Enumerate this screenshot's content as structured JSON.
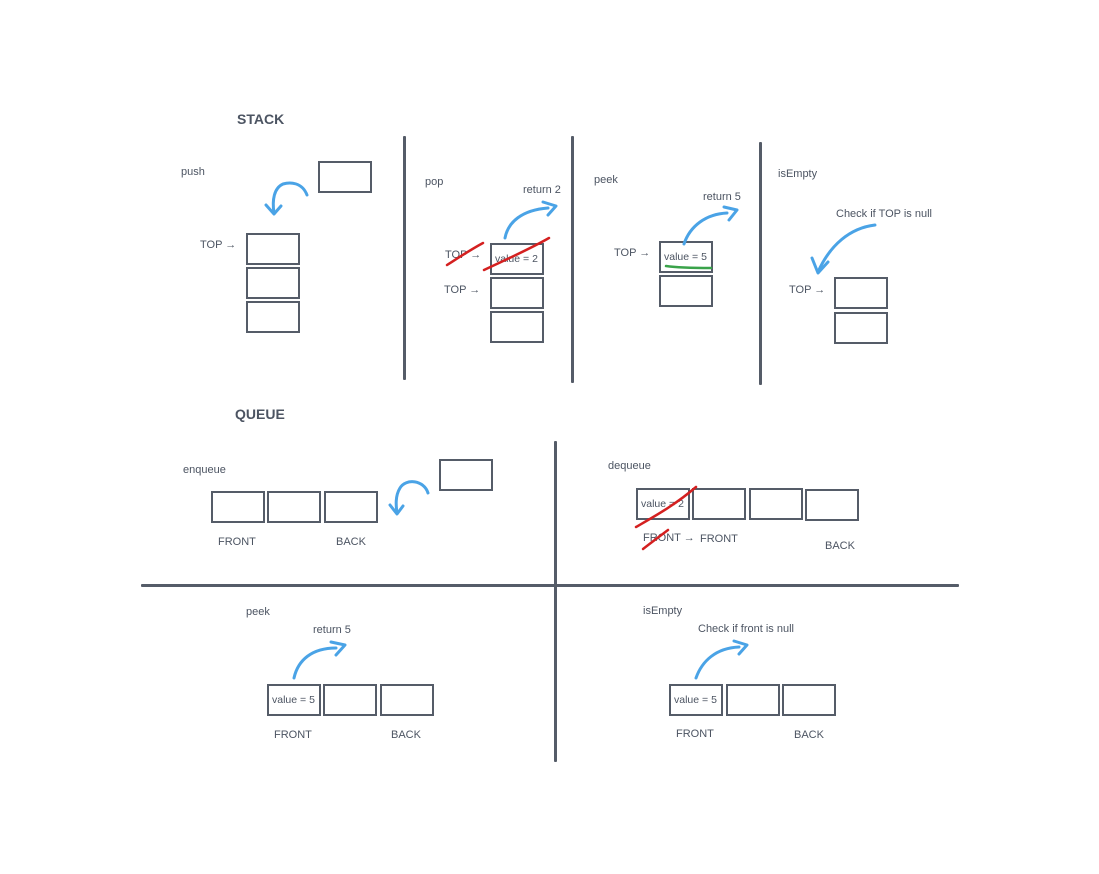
{
  "stack": {
    "title": "STACK",
    "push": {
      "label": "push",
      "top_pointer": "TOP →"
    },
    "pop": {
      "label": "pop",
      "return_text": "return 2",
      "old_top": "TOP →",
      "new_top": "TOP →",
      "top_value": "value = 2"
    },
    "peek": {
      "label": "peek",
      "return_text": "return 5",
      "top_pointer": "TOP →",
      "top_value": "value = 5"
    },
    "is_empty": {
      "label": "isEmpty",
      "note": "Check if TOP is null",
      "top_pointer": "TOP →"
    }
  },
  "queue": {
    "title": "QUEUE",
    "enqueue": {
      "label": "enqueue",
      "front": "FRONT",
      "back": "BACK"
    },
    "dequeue": {
      "label": "dequeue",
      "front_value": "value = 2",
      "old_front": "FRONT →",
      "new_front": "FRONT",
      "back": "BACK"
    },
    "peek": {
      "label": "peek",
      "return_text": "return 5",
      "front_value": "value = 5",
      "front": "FRONT",
      "back": "BACK"
    },
    "is_empty": {
      "label": "isEmpty",
      "note": "Check if front is null",
      "front_value": "value = 5",
      "front": "FRONT",
      "back": "BACK"
    }
  },
  "colors": {
    "box": "#555c68",
    "text": "#4c5462",
    "arrow": "#4aa3e6",
    "strike": "#d42020",
    "highlight": "#3aa34a"
  }
}
